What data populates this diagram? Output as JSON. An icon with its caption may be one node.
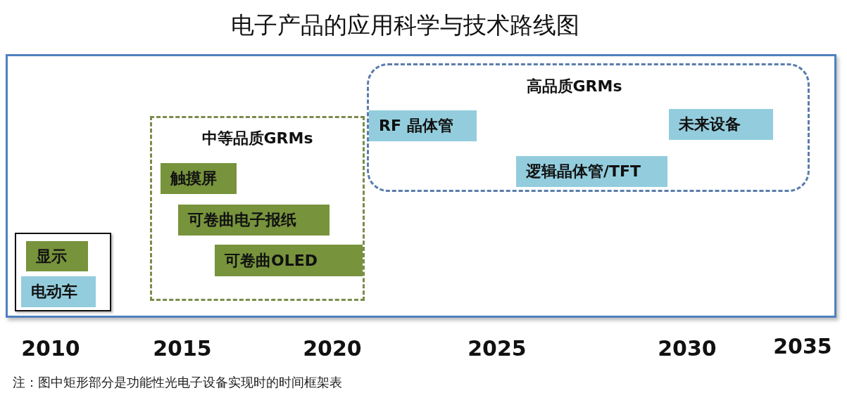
{
  "diagram": {
    "title": "电子产品的应用科学与技术路线图",
    "caption": "注：图中矩形部分是功能性光电子设备实现时的时间框架表",
    "nodes": [
      {
        "text": [],
        "shape": "box"
      },
      {
        "text": [],
        "shape": "box",
        "in": 0
      },
      {
        "text": [
          "显示"
        ],
        "in": 1
      },
      {
        "text": [
          "电动车"
        ],
        "in": 1
      },
      {
        "text": [
          "中等品质GRMs"
        ],
        "in": 0
      },
      {
        "text": [
          "触摸屏"
        ],
        "in": 4
      },
      {
        "text": [
          "可卷曲电子报纸"
        ],
        "in": 4
      },
      {
        "text": [
          "可卷曲OLED"
        ],
        "in": 4
      },
      {
        "text": [
          "高品质GRMs"
        ],
        "in": 0
      },
      {
        "text": [
          "RF 晶体管"
        ],
        "in": 8
      },
      {
        "text": [
          "未来设备"
        ],
        "in": 8
      },
      {
        "text": [
          "逻辑晶体管/TFT"
        ],
        "in": 8
      }
    ],
    "edges": [],
    "labels": [
      "2010",
      "2015",
      "2020",
      "2025",
      "2030",
      "2035"
    ]
  }
}
